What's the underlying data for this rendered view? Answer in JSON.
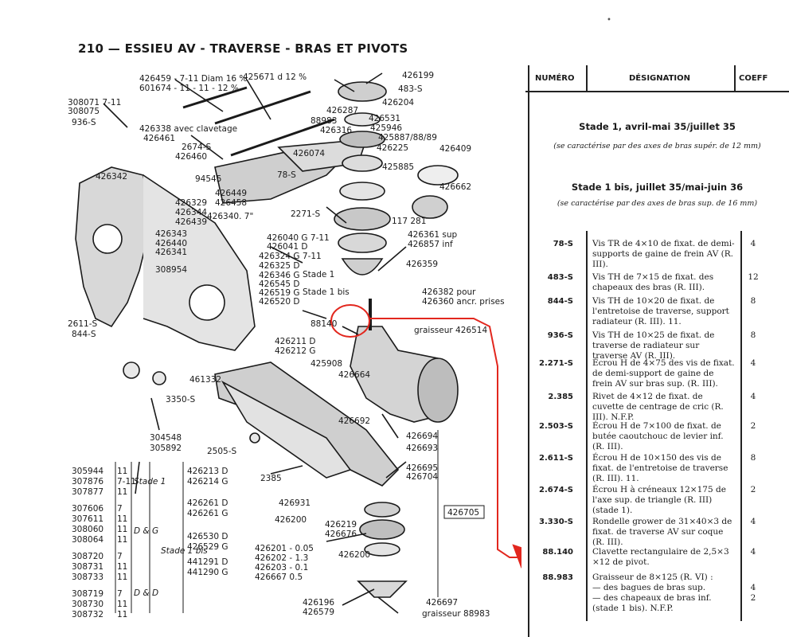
{
  "header": {
    "page_number": "210",
    "title": "— ESSIEU AV - TRAVERSE - BRAS ET PIVOTS"
  },
  "table": {
    "columns": [
      "NUMÉRO",
      "DÉSIGNATION",
      "COEFF"
    ],
    "stages": [
      {
        "title": "Stade 1, avril-mai 35/juillet 35",
        "subtitle": "(se caractérise par des axes de bras supér. de 12 mm)"
      },
      {
        "title": "Stade 1 bis, juillet 35/mai-juin 36",
        "subtitle": "(se caractérise par des axes de bras sup. de 16 mm)"
      }
    ],
    "rows": [
      {
        "number": "78-S",
        "designation": "Vis TR de 4×10 de fixat. de demi-supports de gaine de frein AV (R. III).",
        "coef": "4"
      },
      {
        "number": "483-S",
        "designation": "Vis TH de 7×15 de fixat. des chapeaux des bras (R. III).",
        "coef": "12"
      },
      {
        "number": "844-S",
        "designation": "Vis TH de 10×20 de fixat. de l'entretoise de traverse, support radiateur (R. III). 11.",
        "coef": "8"
      },
      {
        "number": "936-S",
        "designation": "Vis TH de 10×25 de fixat. de traverse de radiateur sur traverse AV (R. III).",
        "coef": "8"
      },
      {
        "number": "2.271-S",
        "designation": "Écrou H de 4×75 des vis de fixat. de demi-support de gaine de frein AV sur bras sup. (R. III).",
        "coef": "4"
      },
      {
        "number": "2.385",
        "designation": "Rivet de 4×12 de fixat. de cuvette de centrage de cric (R. III). N.F.P.",
        "coef": "4"
      },
      {
        "number": "2.503-S",
        "designation": "Écrou H de 7×100 de fixat. de butée caoutchouc de levier inf. (R. III).",
        "coef": "2"
      },
      {
        "number": "2.611-S",
        "designation": "Écrou H de 10×150 des vis de fixat. de l'entretoise de traverse (R. III). 11.",
        "coef": "8"
      },
      {
        "number": "2.674-S",
        "designation": "Écrou H à créneaux 12×175 de l'axe sup. de triangle (R. III) (stade 1).",
        "coef": "2"
      },
      {
        "number": "3.330-S",
        "designation": "Rondelle grower de 31×40×3 de fixat. de traverse AV sur coque (R. III).",
        "coef": "4"
      },
      {
        "number": "88.140",
        "designation": "Clavette rectangulaire de 2,5×3 ×12 de pivot.",
        "coef": "4"
      },
      {
        "number": "88.983",
        "designation": "Graisseur de 8×125 (R. VI) :",
        "sub": [
          "— des bagues de bras sup.",
          "— des chapeaux de bras inf. (stade 1 bis). N.F.P."
        ],
        "coef_sub": [
          "4",
          "2"
        ]
      }
    ]
  },
  "diagram": {
    "top_labels": [
      "426459 - 7-11 Diam 16 %",
      "601674 - 11 - 11 - 12 %",
      "425671 d 12 %",
      "426199",
      "483-S",
      "308071 7-11",
      "308075",
      "936-S",
      "426287",
      "88983",
      "426531",
      "426204",
      "425946",
      "426338 avec clavetage",
      "426461",
      "426316",
      "425887/88/89",
      "426225",
      "426409",
      "2674-S",
      "426460",
      "426074",
      "425885",
      "426662",
      "78-S",
      "426342",
      "94545",
      "426449",
      "426458",
      "426329",
      "426344",
      "426439",
      "426340. 7\"",
      "2271-S",
      "117 281",
      "426361 sup",
      "426857 inf",
      "426343",
      "426440",
      "426341",
      "308954",
      "426040 G 7-11",
      "426041 D",
      "426324 G 7-11",
      "426325 D",
      "426346 G",
      "426545 D",
      "426519 G",
      "426520 D",
      "426359",
      "426382 pour",
      "426360 ancr. prises",
      "Stade 1",
      "Stade 1 bis",
      "2611-S",
      "844-S",
      "88140",
      "graisseur 426514",
      "426211 D",
      "426212 G",
      "425908",
      "426664",
      "461332",
      "3350-S",
      "304548",
      "305892",
      "426692",
      "426694",
      "426693",
      "426695",
      "426704",
      "2505-S",
      "2385",
      "426931",
      "426200",
      "426219",
      "426676",
      "426705",
      "426201 - 0.05",
      "426202 - 1.3",
      "426203 - 0.1",
      "426667 0.5",
      "426200",
      "426196",
      "426579",
      "426697",
      "graisseur 88983"
    ],
    "bottom_left": [
      {
        "a": "305944",
        "b": "11"
      },
      {
        "a": "307876",
        "b": "7-11"
      },
      {
        "a": "307877",
        "b": "11"
      },
      {
        "a": "307606",
        "b": "7"
      },
      {
        "a": "307611",
        "b": "11"
      },
      {
        "a": "308060",
        "b": "11"
      },
      {
        "a": "308064",
        "b": "11"
      },
      {
        "a": "308720",
        "b": "7"
      },
      {
        "a": "308731",
        "b": "11"
      },
      {
        "a": "308733",
        "b": "11"
      },
      {
        "a": "308719",
        "b": "7"
      },
      {
        "a": "308730",
        "b": "11"
      },
      {
        "a": "308732",
        "b": "11"
      }
    ],
    "bottom_mid": [
      "426213 D",
      "426214 G",
      "426261 D",
      "426261 G",
      "426530 D",
      "426529 G",
      "441291 D",
      "441290 G"
    ],
    "groups": [
      "Stade 1",
      "D & G",
      "Stade 1 bis",
      "D & D"
    ]
  }
}
